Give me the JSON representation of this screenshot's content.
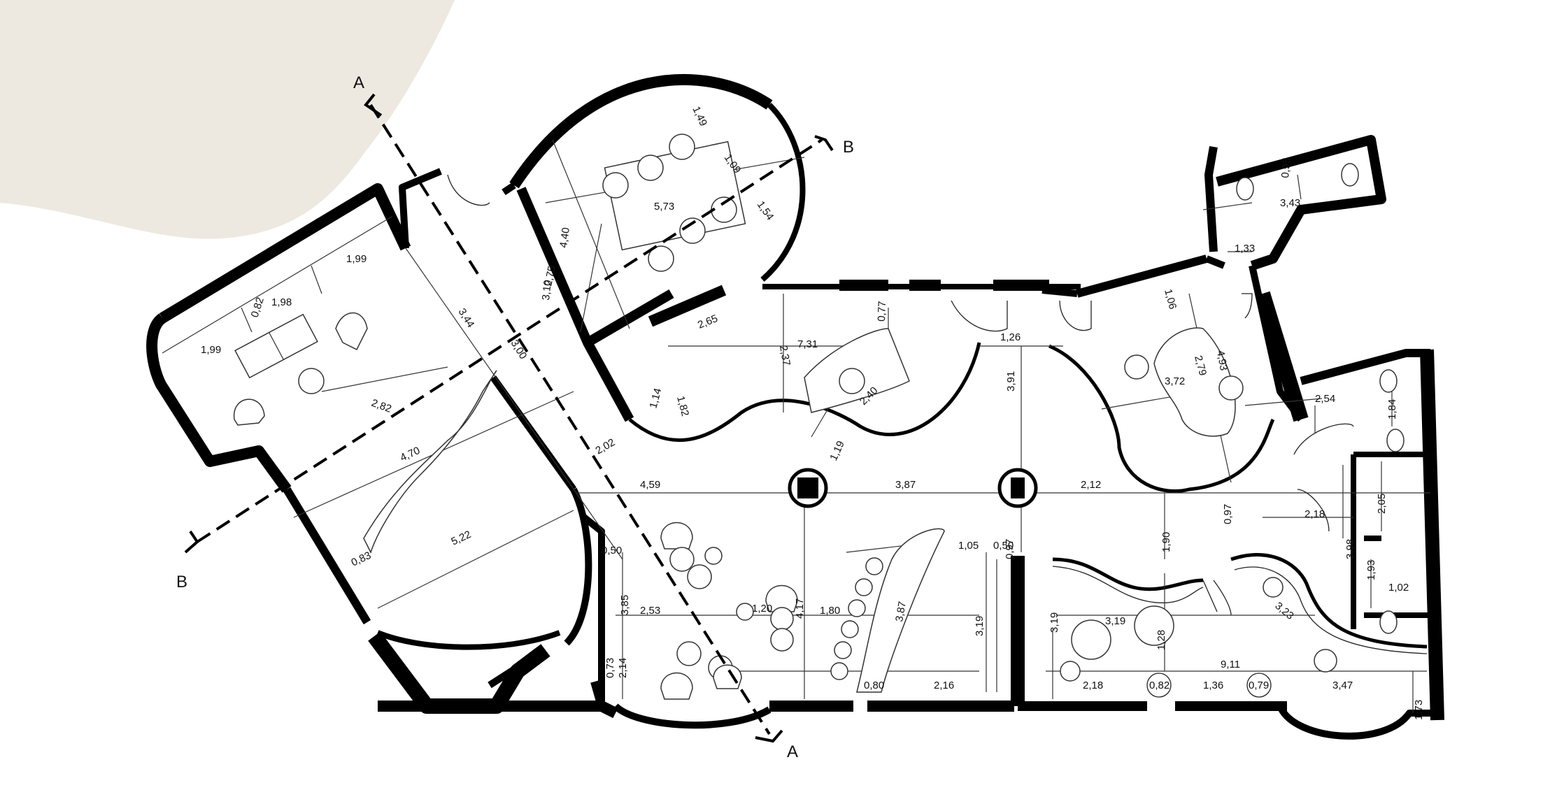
{
  "colors": {
    "blob": "#ede9e1",
    "wall": "#000000",
    "line": "#222222"
  },
  "section_marks": {
    "a_top": "A",
    "a_bottom": "A",
    "b_right": "B",
    "b_left": "B"
  },
  "dimensions": {
    "d1": "1,99",
    "d2": "1,98",
    "d3": "1,99",
    "d4": "0,82",
    "d5": "3,44",
    "d6": "2,82",
    "d7": "4,70",
    "d8": "5,22",
    "d9": "0,83",
    "d10": "3,00",
    "d11": "1,49",
    "d12": "1,09",
    "d13": "5,73",
    "d14": "1,54",
    "d15": "4,40",
    "d16": "2,75",
    "d17": "3,10",
    "d18": "2,65",
    "d19": "2,37",
    "d20": "7,31",
    "d21": "0,77",
    "d22": "1,14",
    "d23": "1,82",
    "d24": "2,40",
    "d25": "1,19",
    "d26": "2,02",
    "d27": "1,26",
    "d28": "3,91",
    "d29": "1,06",
    "d30": "2,79",
    "d31": "4,93",
    "d32": "3,72",
    "d33": "3,43",
    "d34": "0,95",
    "d35": "1,33",
    "d36": "4,59",
    "d37": "3,87",
    "d38": "2,12",
    "d39": "0,97",
    "d40": "0,50",
    "d41": "3,85",
    "d42": "2,53",
    "d43": "1,20",
    "d44": "4,17",
    "d45": "1,80",
    "d46": "0,73",
    "d47": "2,14",
    "d48": "3,87",
    "d49": "1,05",
    "d50": "0,50",
    "d51": "3,19",
    "d52": "0,80",
    "d53": "2,16",
    "d54": "1,90",
    "d55": "0,97",
    "d56": "2,18",
    "d57": "2,54",
    "d58": "1,84",
    "d59": "2,05",
    "d60": "3,98",
    "d61": "1,93",
    "d62": "1,02",
    "d63": "3,19",
    "d64": "3,19",
    "d65": "1,28",
    "d66": "3,23",
    "d67": "9,11",
    "d68": "2,18",
    "d69": "0,82",
    "d70": "1,36",
    "d71": "0,79",
    "d72": "3,47",
    "d73": "1,73"
  }
}
